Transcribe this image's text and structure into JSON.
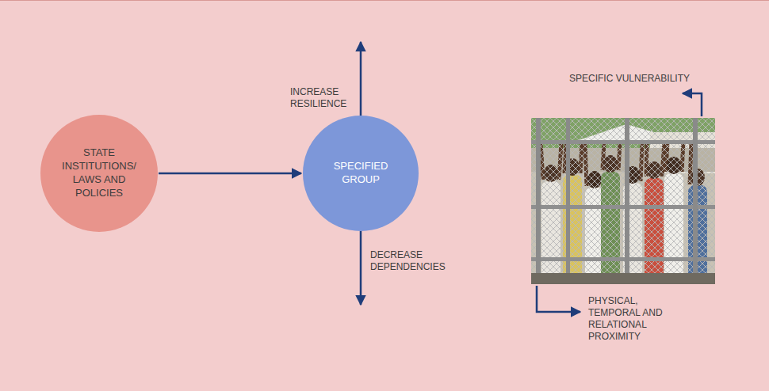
{
  "diagram": {
    "nodes": [
      {
        "text": [
          "STATE INSTITUTIONS/ LAWS AND POLICIES"
        ]
      },
      {
        "text": [
          "SPECIFIED GROUP"
        ]
      }
    ],
    "edges": [
      {
        "from": 0,
        "to": 1,
        "arrow": "to"
      }
    ],
    "labels": [
      "INCREASE RESILIENCE",
      "DECREASE DEPENDENCIES",
      "SPECIFIC VULNERABILITY",
      "PHYSICAL, TEMPORAL AND RELATIONAL PROXIMITY"
    ]
  }
}
